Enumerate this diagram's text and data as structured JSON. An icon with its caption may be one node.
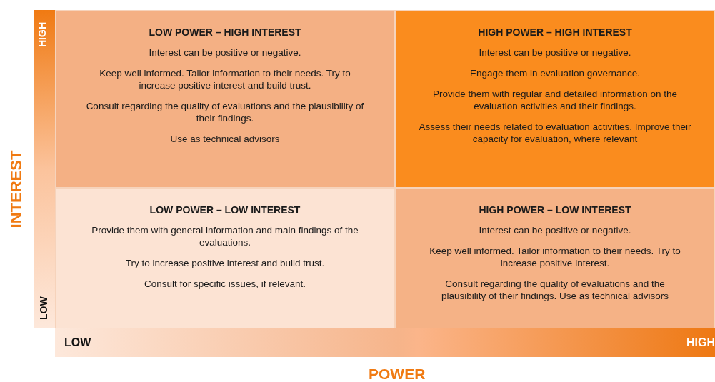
{
  "diagram": {
    "nodes": [
      {
        "text": [
          "LOW POWER – HIGH INTEREST",
          "Interest can be positive or negative.",
          "Keep well informed. Tailor information to their needs. Try to increase positive interest and build trust.",
          "Consult regarding the quality of evaluations and the plausibility of their findings.",
          "Use as technical advisors"
        ]
      },
      {
        "text": [
          "HIGH POWER – HIGH INTEREST",
          "Interest can be positive or negative.",
          "Engage them in evaluation governance.",
          "Provide them with regular and detailed information on the evaluation activities and their findings.",
          "Assess their needs related to evaluation activities. Improve their capacity for evaluation, where relevant"
        ]
      },
      {
        "text": [
          "LOW POWER – LOW INTEREST",
          "Provide them with general information and main findings of the evaluations.",
          "Try to increase positive interest and build trust.",
          "Consult for specific issues, if relevant."
        ]
      },
      {
        "text": [
          "HIGH POWER – LOW INTEREST",
          "Interest can be positive or negative.",
          "Keep well informed. Tailor information to their needs. Try to increase positive interest.",
          "Consult regarding the quality of evaluations and the plausibility of their findings. Use as technical advisors"
        ]
      }
    ],
    "labels": [
      "HIGH",
      "INTEREST",
      "LOW",
      "LOW",
      "HIGH",
      "POWER"
    ]
  }
}
